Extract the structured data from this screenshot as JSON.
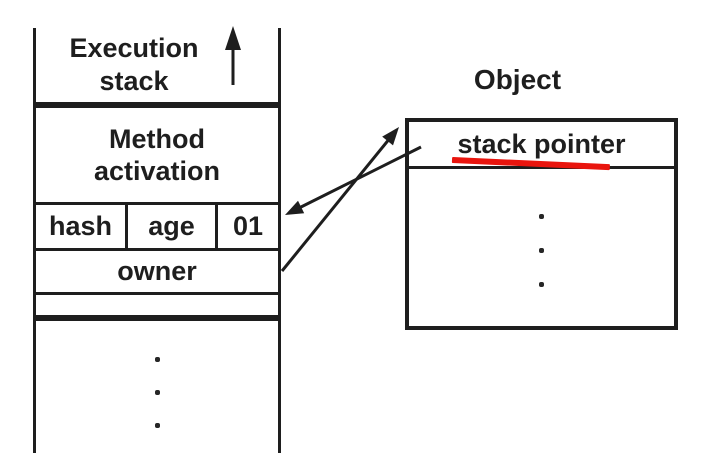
{
  "colors": {
    "ink": "#1e1e1e",
    "highlight_red": "#e9150e",
    "background": "#ffffff"
  },
  "stack": {
    "title_line1": "Execution",
    "title_line2": "stack",
    "method_line1": "Method",
    "method_line2": "activation",
    "field_hash": "hash",
    "field_age": "age",
    "field_tag": "01",
    "field_owner": "owner"
  },
  "object": {
    "title": "Object",
    "field_stack_pointer": "stack pointer"
  },
  "icons": {
    "up_arrow": "stack-grows-upward-arrow",
    "object_to_stack_arrow": "from stack pointer field to stack frame header word",
    "owner_to_object_arrow": "from owner field to Object box"
  }
}
